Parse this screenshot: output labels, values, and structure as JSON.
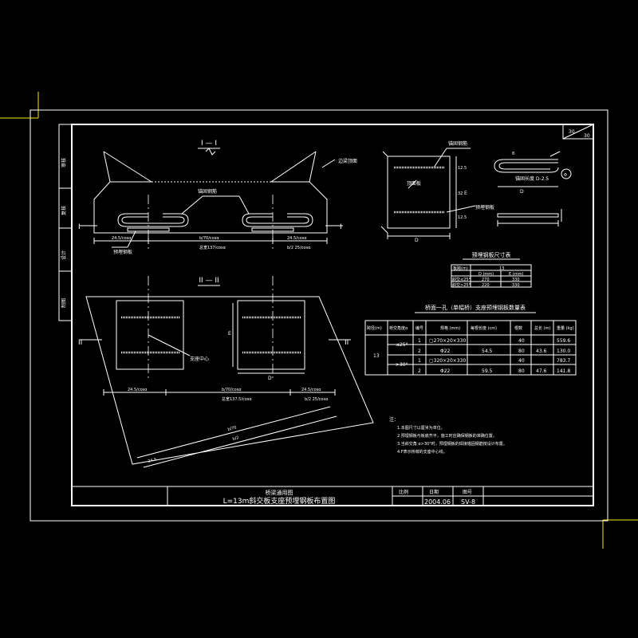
{
  "sheet": {
    "corner_code": "30",
    "section_i": "I — I",
    "section_ii": "II — II",
    "side_marks": [
      "I",
      "I",
      "II",
      "II"
    ],
    "side_labels": [
      "审核",
      "复核",
      "设计",
      "制图"
    ]
  },
  "section_top": {
    "labels": {
      "anchor_bar": "锚固钢筋",
      "beam_surface": "边梁顶面",
      "steel_plate": "预埋钢板"
    },
    "dims": {
      "left": "24.5/cosα",
      "mid": "b/70/cosα",
      "right": "24.5/cosα",
      "bottom_total": "总宽137/cosα",
      "bottom_right": "b/2 25/cosα"
    }
  },
  "section_plan": {
    "label_center": "支座中心",
    "dims": {
      "left": "24.5/cosα",
      "mid": "b/70/cosα",
      "right": "24.5/cosα",
      "total": "总宽137.5/cosα",
      "right2": "b/2 25/cosα",
      "skew_a": "b/70",
      "skew_b": "b/2",
      "bottom_left": "24.5",
      "inner_d": "D",
      "inner_e": "E"
    }
  },
  "detail_plate": {
    "labels": {
      "anchor_bar": "锚固钢筋",
      "top_face": "顶面板",
      "steel_plate": "预埋钢板"
    },
    "dims": {
      "d_bottom": "D",
      "e_side": "E",
      "d_hook": "D",
      "hook_note": "锚固长度 D-2.5",
      "hook_dia": "Φ",
      "top_small": "8",
      "side_h1": "12.5",
      "side_h2": "32",
      "side_h3": "12.5"
    }
  },
  "size_table": {
    "title": "预埋钢板尺寸表",
    "headers": [
      "板跨(m)",
      "13"
    ],
    "sub_headers": [
      "",
      "D (mm)",
      "E (mm)"
    ],
    "rows": [
      [
        "斜交≤25°",
        "270",
        "330"
      ],
      [
        "斜交>25°",
        "220",
        "330"
      ]
    ]
  },
  "qty_table": {
    "title": "桥面一孔（单幅桥）支座预埋钢板数量表",
    "headers": [
      "跨径(m)",
      "桥交角度α",
      "编号",
      "规格\n(mm)",
      "每根长度\n(cm)",
      "根数",
      "总长\n(m)",
      "重量\n(kg)"
    ],
    "span": "13",
    "groups": [
      {
        "angle": "≤25°",
        "rows": [
          [
            "1",
            "▢270×20×330",
            "",
            "40",
            "",
            "559.6"
          ],
          [
            "2",
            "Φ22",
            "54.5",
            "80",
            "43.6",
            "130.0"
          ]
        ]
      },
      {
        "angle": ">30°",
        "rows": [
          [
            "1",
            "▢320×20×330",
            "",
            "40",
            "",
            "783.7"
          ],
          [
            "2",
            "Φ22",
            "59.5",
            "80",
            "47.6",
            "141.8"
          ]
        ]
      }
    ]
  },
  "notes": {
    "title": "注：",
    "items": [
      "1.本图尺寸以厘米为单位。",
      "2.预埋钢板与板底齐平，施工时应确保钢板的准确位置。",
      "3.当斜交角 α>30°时，预埋钢板的焊接锚固钢筋按设计布置。",
      "4.F表示桥墩的支座中心线。"
    ]
  },
  "title_block": {
    "project": "桥梁通用图",
    "drawing": "L=13m斜交板支座预埋钢板布置图",
    "scale_label": "比例",
    "date_label": "日期",
    "sheet_label": "图号",
    "date": "2004.06",
    "sheet_no": "SV-8"
  }
}
